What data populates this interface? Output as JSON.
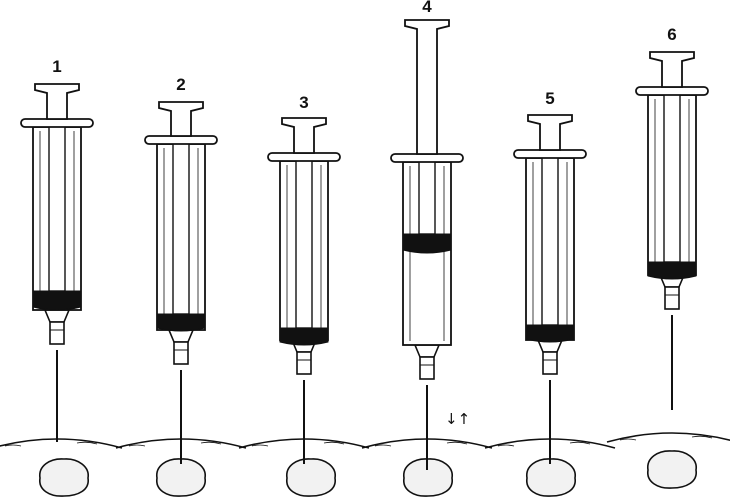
{
  "figure": {
    "steps": [
      {
        "label": "1",
        "depth": "at-surface"
      },
      {
        "label": "2",
        "depth": "in-lesion"
      },
      {
        "label": "3",
        "depth": "in-lesion"
      },
      {
        "label": "4",
        "depth": "in-lesion",
        "motion": "↓↑"
      },
      {
        "label": "5",
        "depth": "in-lesion"
      },
      {
        "label": "6",
        "depth": "withdrawn"
      }
    ],
    "colors": {
      "ink": "#111111",
      "barrel": "#ffffff",
      "aspirate": "#111111",
      "lesion": "#f2f2f2"
    }
  }
}
